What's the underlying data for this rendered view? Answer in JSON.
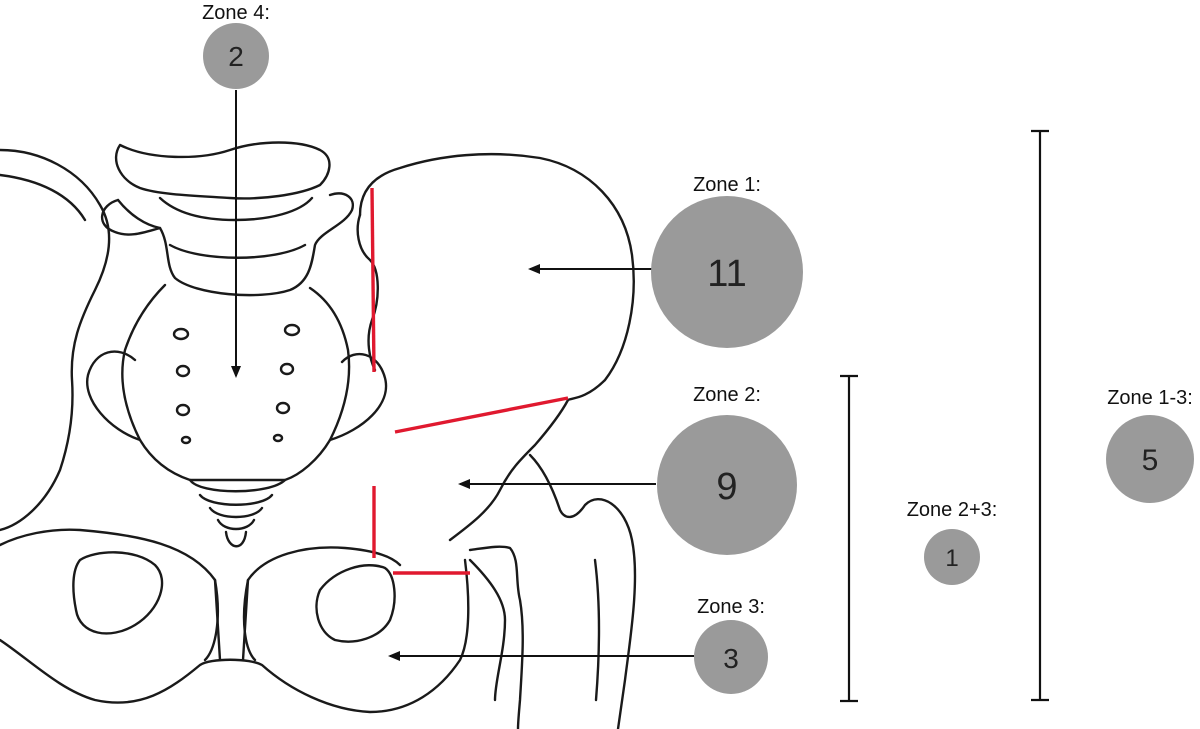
{
  "zones": {
    "zone4": {
      "label": "Zone 4:",
      "count": "2"
    },
    "zone1": {
      "label": "Zone 1:",
      "count": "11"
    },
    "zone2": {
      "label": "Zone 2:",
      "count": "9"
    },
    "zone3": {
      "label": "Zone 3:",
      "count": "3"
    },
    "zone23": {
      "label": "Zone 2+3:",
      "count": "1"
    },
    "zone13": {
      "label": "Zone 1-3:",
      "count": "5"
    }
  },
  "colors": {
    "bubble": "#9a9a9a",
    "zone_boundary": "#e0192f",
    "outline": "#1a1a1a"
  }
}
